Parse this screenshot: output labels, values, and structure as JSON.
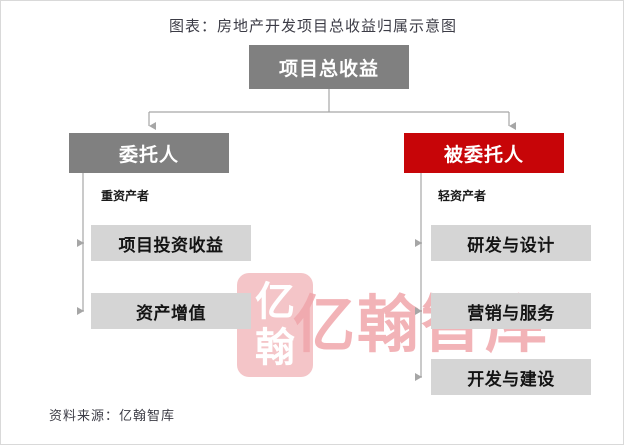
{
  "title": "图表：房地产开发项目总收益归属示意图",
  "source_note": "资料来源：亿翰智库",
  "watermark": {
    "badge_line1": "亿",
    "badge_line2": "翰",
    "text": "亿翰智库"
  },
  "colors": {
    "root_gray": "#808080",
    "accent_red": "#C70508",
    "leaf_gray": "#D5D5D5",
    "connector": "#A6A6A6",
    "watermark_pink": "#F0A6AB",
    "text_dark": "#141414",
    "text_light": "#FFFFFF",
    "page_border": "#D9D9D9"
  },
  "diagram": {
    "type": "org-chart",
    "root": {
      "label": "项目总收益"
    },
    "branches": [
      {
        "id": "principal",
        "label": "委托人",
        "sublabel": "重资产者",
        "color": "#808080",
        "children": [
          {
            "label": "项目投资收益"
          },
          {
            "label": "资产增值"
          }
        ]
      },
      {
        "id": "trustee",
        "label": "被委托人",
        "sublabel": "轻资产者",
        "color": "#C70508",
        "children": [
          {
            "label": "研发与设计"
          },
          {
            "label": "营销与服务"
          },
          {
            "label": "开发与建设"
          }
        ]
      }
    ]
  }
}
